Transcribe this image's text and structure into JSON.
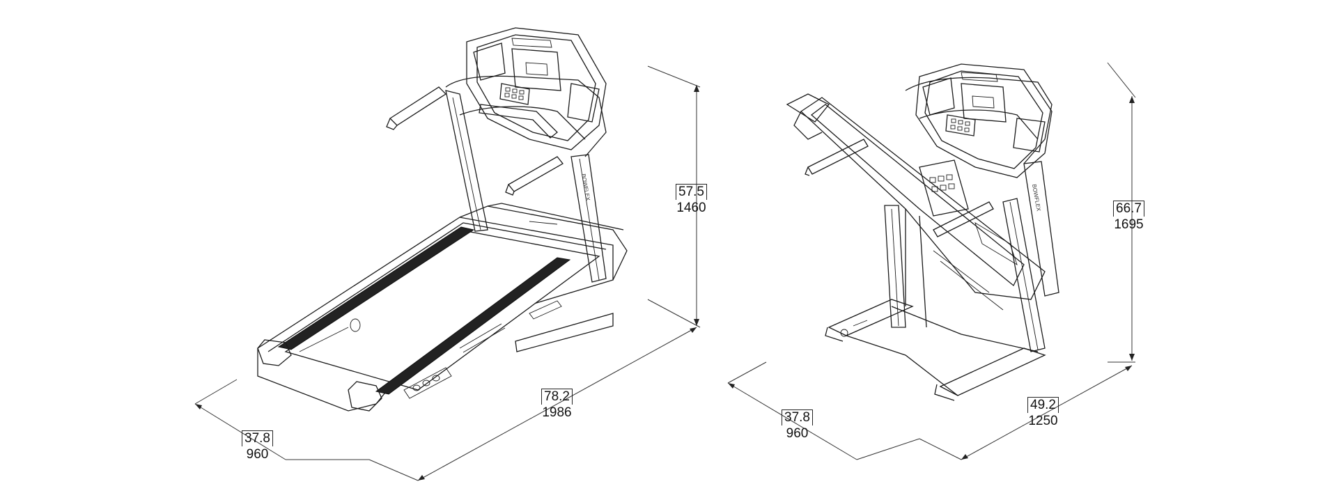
{
  "figures": [
    {
      "view": "unfolded",
      "dimensions": {
        "height": {
          "inch": "57.5",
          "mm": "1460"
        },
        "length": {
          "inch": "78.2",
          "mm": "1986"
        },
        "width": {
          "inch": "37.8",
          "mm": "960"
        }
      }
    },
    {
      "view": "folded",
      "dimensions": {
        "height": {
          "inch": "66.7",
          "mm": "1695"
        },
        "length": {
          "inch": "49.2",
          "mm": "1250"
        },
        "width": {
          "inch": "37.8",
          "mm": "960"
        }
      }
    }
  ]
}
